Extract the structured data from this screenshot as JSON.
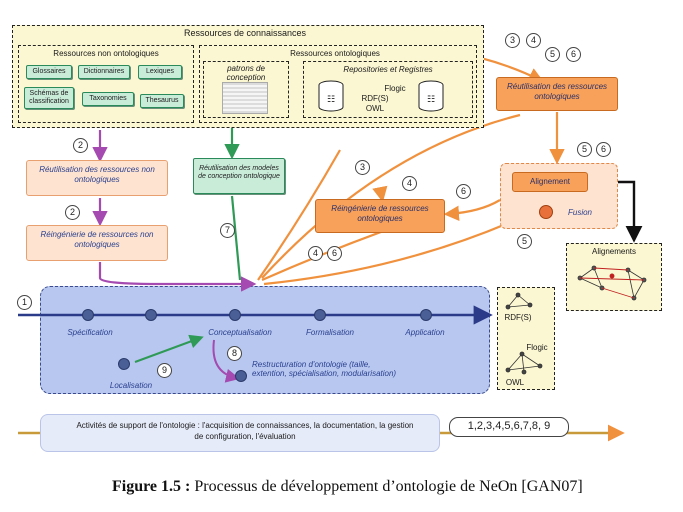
{
  "ressources": {
    "title": "Ressources de connaissances",
    "non_onto_title": "Ressources non ontologiques",
    "non_onto_items": [
      "Glossaires",
      "Dictionnaires",
      "Lexiques",
      "Schémas de classification",
      "Taxonomies",
      "Thesaurus"
    ],
    "onto_title": "Ressources ontologiques",
    "patrons": "patrons de conception",
    "repo_title": "Repositories et Registres",
    "repo_items": [
      "Flogic",
      "RDF(S)",
      "OWL"
    ]
  },
  "processes": {
    "reutil_non_onto": "Réutilisation des ressources non ontologiques",
    "reing_non_onto": "Réingénierie de ressources non ontologiques",
    "reutil_modeles": "Réutilisation des modeles de conception ontologique",
    "reutil_onto": "Réutilisation des ressources ontologiques",
    "reing_onto": "Réingénierie de ressources ontologiques",
    "alignement": "Alignement",
    "fusion": "Fusion"
  },
  "phases": {
    "specification": "Spécification",
    "conceptualisation": "Conceptualisation",
    "formalisation": "Formalisation",
    "application": "Application",
    "localisation": "Localisation",
    "restructuration": "Restructuration d'ontologie (taille, extention, spécialisation, modularisation)"
  },
  "numbers": {
    "n1": "1",
    "n2a": "2",
    "n2b": "2",
    "n3a": "3",
    "n3b": "3",
    "n4a": "4",
    "n4b": "4",
    "n4c": "4",
    "n5a": "5",
    "n5b": "5",
    "n5c": "5",
    "n6a": "6",
    "n6b": "6",
    "n6c": "6",
    "n6d": "6",
    "n7": "7",
    "n8": "8",
    "n9": "9",
    "all": "1,2,3,4,5,6,7,8, 9"
  },
  "outputs": {
    "alignements": "Alignements",
    "formats": [
      "RDF(S)",
      "Flogic",
      "OWL"
    ]
  },
  "support": "Activités de support de l'ontologie : l'acquisition de connaissances, la documentation, la gestion de configuration, l'évaluation",
  "caption": {
    "label": "Figure 1.5 :",
    "text": " Processus de développement d’ontologie de NeOn [GAN07]"
  },
  "colors": {
    "yellow_fill": "#fbf7d2",
    "blue_panel": "#b7c7ef",
    "orange_arrow": "#f0913e",
    "purple_arrow": "#a44ab0",
    "green_arrow": "#2f9a56",
    "timeline": "#2c3a8a"
  }
}
